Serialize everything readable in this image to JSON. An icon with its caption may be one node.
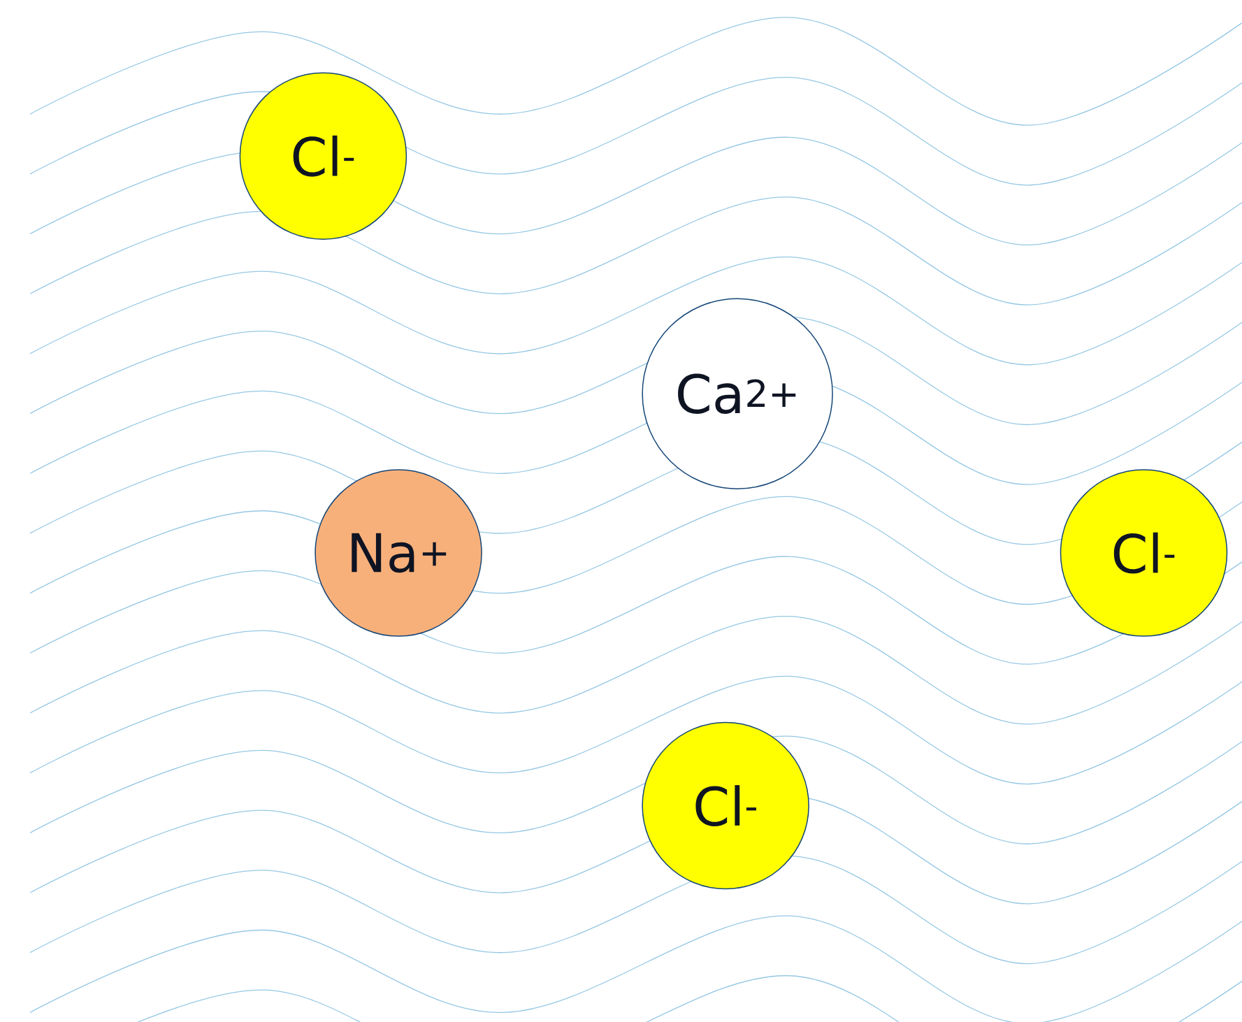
{
  "diagram": {
    "nodes": [
      {
        "text": [
          "Cl$^{-}$"
        ]
      },
      {
        "text": [
          "Ca$^{2+}$"
        ]
      },
      {
        "text": [
          "Na$^{+}$"
        ]
      },
      {
        "text": [
          "Cl$^{-}$"
        ]
      },
      {
        "text": [
          "Cl$^{-}$"
        ]
      }
    ]
  }
}
